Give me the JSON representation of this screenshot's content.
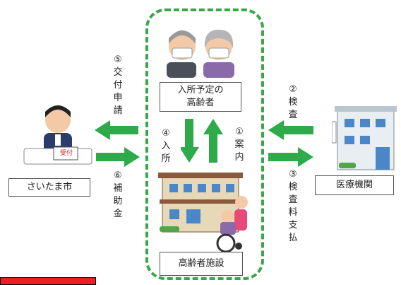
{
  "nodes": {
    "elderly": "入所予定の\n高齢者",
    "facility": "高齢者施設",
    "city": "さいたま市",
    "medical": "医療機関"
  },
  "reception_sign": "受付",
  "labels": {
    "issue_application": [
      "⑤",
      "交",
      "付",
      "申",
      "請"
    ],
    "subsidy": [
      "⑥",
      "補",
      "助",
      "金"
    ],
    "move_in": [
      "④",
      "入",
      "所"
    ],
    "guidance": [
      "①",
      "案",
      "内"
    ],
    "inspection": [
      "②",
      "検",
      "査"
    ],
    "inspection_fee": [
      "③",
      "検",
      "査",
      "料",
      "支",
      "払"
    ]
  },
  "colors": {
    "arrow": "#2eaa4a",
    "frame": "#3aa64a",
    "highlight": "#ee1c24"
  }
}
